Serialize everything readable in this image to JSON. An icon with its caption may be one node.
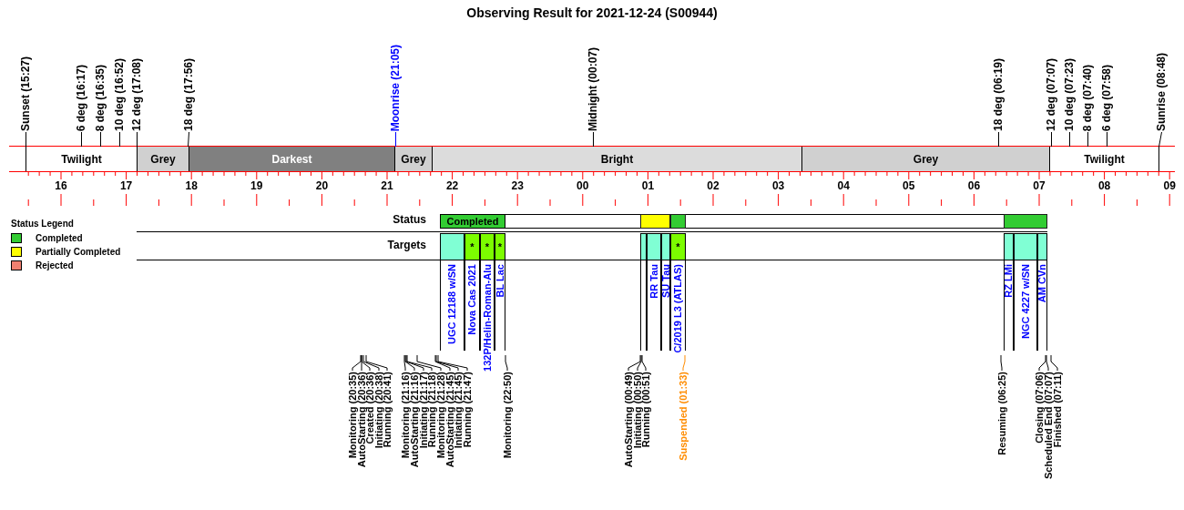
{
  "diagram": {
    "title": "Observing Result for 2021-12-24 (S00944)",
    "nodes": [
      {
        "text": [
          "Sunset (15:27)"
        ]
      },
      {
        "text": [
          "6 deg (16:17)"
        ]
      },
      {
        "text": [
          "8 deg (16:35)"
        ]
      },
      {
        "text": [
          "10 deg (16:52)"
        ]
      },
      {
        "text": [
          "12 deg (17:08)"
        ]
      },
      {
        "text": [
          "18 deg (17:56)"
        ]
      },
      {
        "text": [
          "Moonrise (21:05)"
        ]
      },
      {
        "text": [
          "Midnight (00:07)"
        ]
      },
      {
        "text": [
          "18 deg (06:19)"
        ]
      },
      {
        "text": [
          "12 deg (07:07)"
        ]
      },
      {
        "text": [
          "10 deg (07:23)"
        ]
      },
      {
        "text": [
          "8 deg (07:40)"
        ]
      },
      {
        "text": [
          "6 deg (07:58)"
        ]
      },
      {
        "text": [
          "Sunrise (08:48)"
        ]
      },
      {
        "text": [
          "Twilight"
        ]
      },
      {
        "text": [
          "Grey"
        ]
      },
      {
        "text": [
          "Darkest"
        ]
      },
      {
        "text": [
          "Grey"
        ]
      },
      {
        "text": [
          "Bright"
        ]
      },
      {
        "text": [
          "Grey"
        ]
      },
      {
        "text": [
          "Twilight"
        ]
      },
      {
        "text": [
          "Completed"
        ]
      },
      {
        "text": [],
        "shape": "bar"
      },
      {
        "text": [],
        "shape": "bar"
      },
      {
        "text": [],
        "shape": "bar"
      },
      {
        "text": [],
        "shape": "box",
        "beside": [
          "UGC 12188 w/SN"
        ]
      },
      {
        "text": [
          "*"
        ],
        "beside": [
          "Nova Cas 2021"
        ]
      },
      {
        "text": [
          "*"
        ],
        "beside": [
          "132P/Helin-Roman-Alu"
        ]
      },
      {
        "text": [
          "*"
        ],
        "beside": [
          "BL Lac"
        ]
      },
      {
        "text": [],
        "shape": "box"
      },
      {
        "text": [],
        "shape": "box",
        "beside": [
          "RR Tau"
        ]
      },
      {
        "text": [],
        "shape": "box",
        "beside": [
          "SU Tau"
        ]
      },
      {
        "text": [
          "*"
        ],
        "beside": [
          "C/2019 L3 (ATLAS)"
        ]
      },
      {
        "text": [],
        "shape": "box",
        "beside": [
          "RZ LMi"
        ]
      },
      {
        "text": [],
        "shape": "box",
        "beside": [
          "NGC 4227 w/SN"
        ]
      },
      {
        "text": [],
        "shape": "box",
        "beside": [
          "AM CVn"
        ]
      }
    ],
    "edges": [
      {
        "from": 0,
        "to": 14,
        "arrow": "none"
      },
      {
        "from": 1,
        "to": 14,
        "arrow": "none"
      },
      {
        "from": 2,
        "to": 14,
        "arrow": "none"
      },
      {
        "from": 3,
        "to": 14,
        "arrow": "none"
      },
      {
        "from": 4,
        "to": 15,
        "arrow": "none"
      },
      {
        "from": 5,
        "to": 15,
        "arrow": "none"
      },
      {
        "from": 6,
        "to": 17,
        "arrow": "none",
        "color": "#0000ff"
      },
      {
        "from": 7,
        "to": 18,
        "arrow": "none"
      },
      {
        "from": 8,
        "to": 19,
        "arrow": "none"
      },
      {
        "from": 9,
        "to": 20,
        "arrow": "none"
      },
      {
        "from": 10,
        "to": 20,
        "arrow": "none"
      },
      {
        "from": 11,
        "to": 20,
        "arrow": "none"
      },
      {
        "from": 12,
        "to": 20,
        "arrow": "none"
      },
      {
        "from": 13,
        "to": 20,
        "arrow": "none"
      }
    ],
    "labels": [
      "16",
      "17",
      "18",
      "19",
      "20",
      "21",
      "22",
      "23",
      "00",
      "01",
      "02",
      "03",
      "04",
      "05",
      "06",
      "07",
      "08",
      "09",
      "Status Legend",
      "Status",
      "Targets",
      "Monitoring (20:35)",
      "AutoStarting (20:36)",
      "Created (20:36)",
      "Initiating (20:38)",
      "Running (20:41)",
      "Monitoring (21:16)",
      "AutoStarting (21:16)",
      "Initiating (21:17)",
      "Running (21:18)",
      "Monitoring (21:28)",
      "AutoStarting (21:45)",
      "Initiating (21:45)",
      "Running (21:47)",
      "Monitoring (22:50)",
      "AutoStarting (00:49)",
      "Initiating (00:50)",
      "Running (00:51)",
      "Suspended (01:33)",
      "Resuming (06:25)",
      "Closing (07:06)",
      "Scheduled End (07:07)",
      "Finished (07:11)"
    ],
    "legend": [
      {
        "text": "Completed",
        "color": "#33cc33"
      },
      {
        "text": "Partially Completed",
        "color": "#ffff00"
      },
      {
        "text": "Rejected",
        "color": "#f08070"
      }
    ]
  }
}
